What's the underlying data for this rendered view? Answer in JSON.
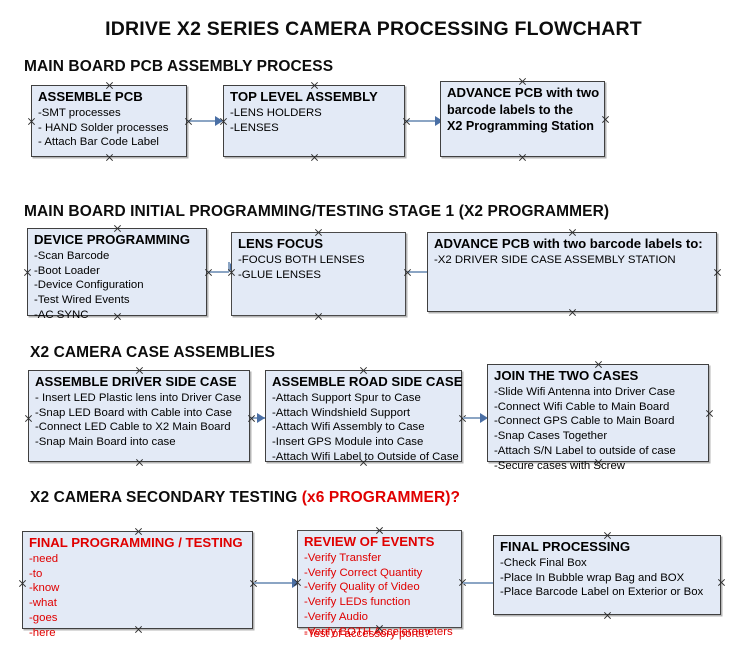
{
  "document": {
    "title": "IDRIVE X2  SERIES CAMERA PROCESSING FLOWCHART"
  },
  "colors": {
    "node_fill": "#e3eaf6",
    "node_border": "#404040",
    "arrow": "#8ba5c4",
    "arrow_head": "#4a6fa5",
    "accent_red": "#e00000",
    "text": "#0d0d0d"
  },
  "sections": [
    {
      "id": "main-board-pcb-assembly",
      "header": "MAIN BOARD PCB ASSEMBLY PROCESS",
      "header_accent": "",
      "nodes": [
        {
          "id": "assemble-pcb",
          "title": "ASSEMBLE PCB",
          "lines": [
            "-SMT processes",
            "- HAND Solder processes",
            "- Attach Bar Code Label"
          ]
        },
        {
          "id": "top-level-assembly",
          "title": "TOP LEVEL ASSEMBLY",
          "lines": [
            "-LENS HOLDERS",
            "-LENSES"
          ]
        },
        {
          "id": "advance-pcb-x2-programming",
          "title": "ADVANCE PCB with two",
          "lines": [
            "barcode labels to the",
            " X2 Programming Station"
          ]
        }
      ]
    },
    {
      "id": "main-board-initial-programming",
      "header": "MAIN BOARD INITIAL PROGRAMMING/TESTING STAGE 1 (X2 PROGRAMMER)",
      "header_accent": "",
      "nodes": [
        {
          "id": "device-programming",
          "title": "DEVICE PROGRAMMING",
          "lines": [
            "-Scan Barcode",
            "-Boot Loader",
            "-Device Configuration",
            "-Test Wired Events",
            "-AC SYNC"
          ]
        },
        {
          "id": "lens-focus",
          "title": "LENS FOCUS",
          "lines": [
            "-FOCUS BOTH LENSES",
            "-GLUE LENSES"
          ]
        },
        {
          "id": "advance-pcb-driver-side",
          "title": "ADVANCE PCB with two barcode labels to:",
          "lines": [
            "-X2 DRIVER  SIDE  CASE  ASSEMBLY STATION"
          ]
        }
      ]
    },
    {
      "id": "x2-camera-case-assemblies",
      "header": "X2 CAMERA CASE ASSEMBLIES",
      "header_accent": "",
      "nodes": [
        {
          "id": "assemble-driver-side-case",
          "title": "ASSEMBLE DRIVER SIDE CASE",
          "lines": [
            "- Insert LED Plastic lens into Driver Case",
            "-Snap LED Board with Cable into Case",
            "-Connect LED Cable to X2 Main Board",
            "-Snap Main Board into case"
          ]
        },
        {
          "id": "assemble-road-side-case",
          "title": "ASSEMBLE ROAD SIDE CASE",
          "lines": [
            "-Attach Support Spur to Case",
            "-Attach Windshield Support",
            "-Attach Wifi Assembly to Case",
            "-Insert GPS Module into Case",
            "-Attach Wifi Label to Outside of Case"
          ]
        },
        {
          "id": "join-the-two-cases",
          "title": "JOIN THE TWO CASES",
          "lines": [
            "-Slide Wifi Antenna into Driver Case",
            "-Connect Wifi Cable to Main Board",
            "-Connect GPS Cable to Main Board",
            "-Snap Cases Together",
            "-Attach S/N Label to outside of case",
            "-Secure cases with Screw"
          ]
        }
      ]
    },
    {
      "id": "x2-camera-secondary-testing",
      "header": "X2 CAMERA SECONDARY TESTING ",
      "header_accent": "(x6 PROGRAMMER)?",
      "nodes": [
        {
          "id": "final-programming-testing",
          "title": "FINAL PROGRAMMING / TESTING",
          "lines": [
            "-need",
            "-to",
            "-know",
            "-what",
            "-goes",
            "-here"
          ]
        },
        {
          "id": "review-of-events",
          "title": "REVIEW OF EVENTS",
          "lines": [
            "-Verify Transfer",
            "-Verify Correct Quantity",
            "-Verify Quality of Video",
            "-Verify LEDs function",
            "-Verify Audio",
            "-Verify BOTH Accelerometers"
          ],
          "overflow_line": "-Test of accessory ports?"
        },
        {
          "id": "final-processing",
          "title": "FINAL PROCESSING",
          "lines": [
            " -Check Final Box",
            "-Place In Bubble wrap Bag and BOX",
            "-Place Barcode Label on Exterior or Box"
          ]
        }
      ]
    }
  ]
}
